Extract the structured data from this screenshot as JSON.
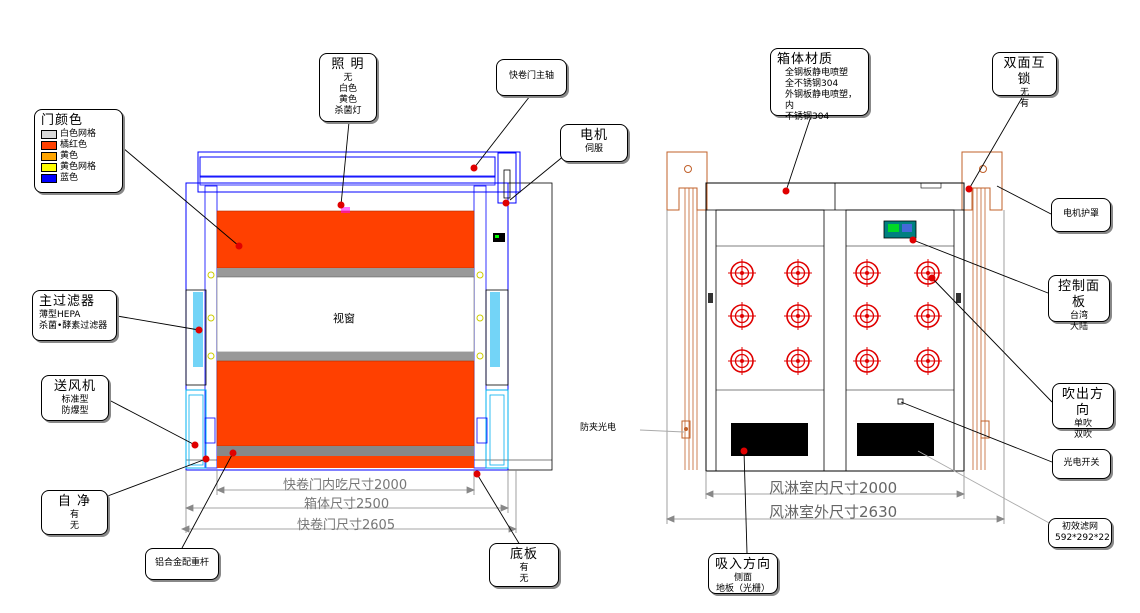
{
  "lighting": {
    "title": "照  明",
    "opts": [
      "无",
      "白色",
      "黄色",
      "杀菌灯"
    ]
  },
  "mainshaft": {
    "title": "快卷门主轴"
  },
  "motor": {
    "title": "电机",
    "opts": [
      "伺服"
    ]
  },
  "doorcolor": {
    "title": "门颜色",
    "items": [
      {
        "label": "白色网格",
        "color": "#d9d9d9"
      },
      {
        "label": "橘红色",
        "color": "#ff4000"
      },
      {
        "label": "黄色",
        "color": "#ffa500"
      },
      {
        "label": "黄色网格",
        "color": "#ffff00"
      },
      {
        "label": "蓝色",
        "color": "#0000ff"
      }
    ]
  },
  "filter": {
    "title": "主过滤器",
    "opts": [
      "薄型HEPA",
      "杀菌•酵素过滤器"
    ]
  },
  "fan": {
    "title": "送风机",
    "opts": [
      "标准型",
      "防爆型"
    ]
  },
  "selfclean": {
    "title": "自  净",
    "opts": [
      "有",
      "无"
    ]
  },
  "counterweight": {
    "title": "铝合金配重杆"
  },
  "floor": {
    "title": "底板",
    "opts": [
      "有",
      "无"
    ]
  },
  "window": {
    "label": "视窗"
  },
  "dims_left": [
    "快卷门内吃尺寸2000",
    "箱体尺寸2500",
    "快卷门尺寸2605"
  ],
  "material": {
    "title": "箱体材质",
    "opts": [
      "全钢板静电喷塑",
      "全不锈钢304",
      "外钢板静电喷塑，内",
      "不锈钢304"
    ]
  },
  "interlock": {
    "title": "双面互锁",
    "opts": [
      "无",
      "有"
    ]
  },
  "motorguard": {
    "title": "电机护罩"
  },
  "panel": {
    "title": "控制面板",
    "opts": [
      "台湾",
      "大陆"
    ]
  },
  "blowdir": {
    "title": "吹出方向",
    "opts": [
      "单吹",
      "双吹"
    ]
  },
  "photo_switch": {
    "title": "光电开关"
  },
  "anti_pinch": {
    "label": "防夹光电"
  },
  "prefilter": {
    "title": "初效滤网",
    "opts": [
      "592*292*22"
    ]
  },
  "suction": {
    "title": "吸入方向",
    "opts": [
      "侧面",
      "地板（光栅）"
    ]
  },
  "dims_right": [
    "风淋室内尺寸2000",
    "风淋室外尺寸2630"
  ],
  "colors": {
    "accent_red": "#e00000",
    "door_orange": "#ff4000",
    "frame_blue": "#0000ff",
    "cyan": "#00b0f0",
    "frame_brown": "#c0602a"
  }
}
